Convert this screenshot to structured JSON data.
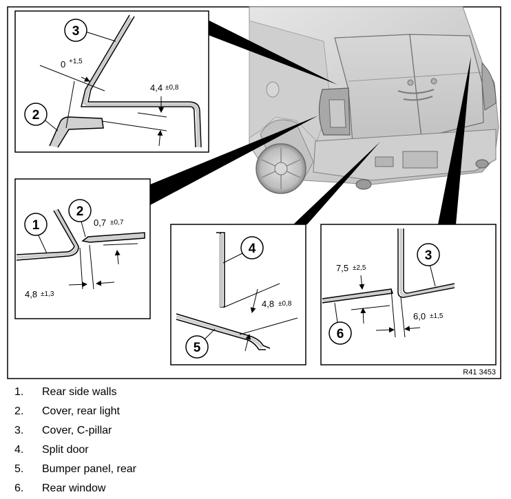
{
  "figure": {
    "reference_code": "R41 3453",
    "callouts": [
      "1",
      "2",
      "3",
      "4",
      "5",
      "6"
    ],
    "dimensions": {
      "a": {
        "value": "0",
        "tol": "+1,5"
      },
      "b": {
        "value": "4,4",
        "tol": "±0,8"
      },
      "c": {
        "value": "0,7",
        "tol": "±0,7"
      },
      "d": {
        "value": "4,8",
        "tol": "±1,3"
      },
      "e": {
        "value": "4,8",
        "tol": "±0,8"
      },
      "f": {
        "value": "7,5",
        "tol": "±2,5"
      },
      "g": {
        "value": "6,0",
        "tol": "±1,5"
      }
    }
  },
  "legend": [
    {
      "num": "1.",
      "text": "Rear side walls"
    },
    {
      "num": "2.",
      "text": "Cover, rear light"
    },
    {
      "num": "3.",
      "text": "Cover, C-pillar"
    },
    {
      "num": "4.",
      "text": "Split door"
    },
    {
      "num": "5.",
      "text": "Bumper panel, rear"
    },
    {
      "num": "6.",
      "text": "Rear window"
    }
  ]
}
